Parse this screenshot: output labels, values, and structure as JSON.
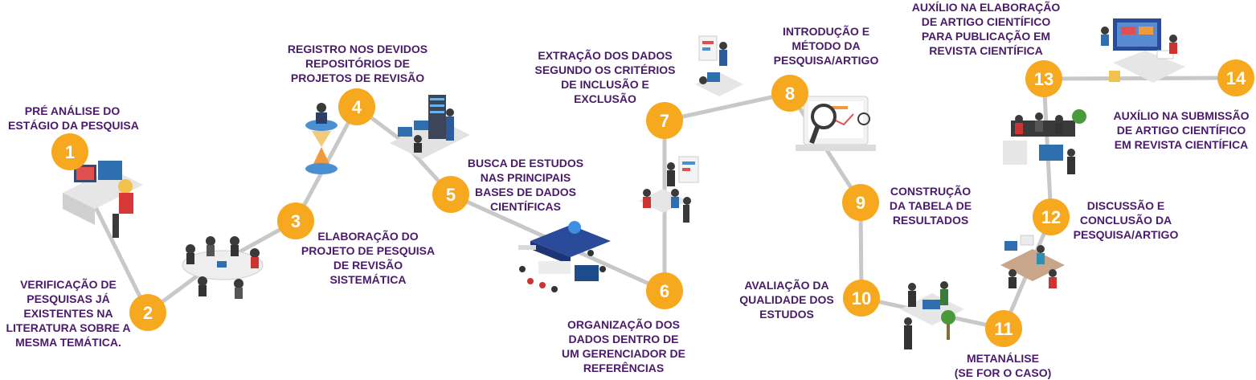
{
  "colors": {
    "circle": "#f6a81e",
    "path": "#c8c8c8",
    "text": "#4a1a6b"
  },
  "steps": [
    {
      "n": "1",
      "lines": [
        "PRÉ ANÁLISE DO",
        "ESTÁGIO DA PESQUISA"
      ]
    },
    {
      "n": "2",
      "lines": [
        "VERIFICAÇÃO DE",
        "PESQUISAS JÁ",
        "EXISTENTES NA",
        "LITERATURA SOBRE A",
        "MESMA TEMÁTICA."
      ]
    },
    {
      "n": "3",
      "lines": [
        "ELABORAÇÃO DO",
        "PROJETO DE PESQUISA",
        "DE REVISÃO",
        "SISTEMÁTICA"
      ]
    },
    {
      "n": "4",
      "lines": [
        "REGISTRO NOS DEVIDOS",
        "REPOSITÓRIOS DE",
        "PROJETOS DE REVISÃO"
      ]
    },
    {
      "n": "5",
      "lines": [
        "BUSCA DE ESTUDOS",
        "NAS PRINCIPAIS",
        "BASES DE DADOS",
        "CIENTÍFICAS"
      ]
    },
    {
      "n": "6",
      "lines": [
        "ORGANIZAÇÃO DOS",
        "DADOS DENTRO DE",
        "UM GERENCIADOR DE",
        "REFERÊNCIAS"
      ]
    },
    {
      "n": "7",
      "lines": [
        "EXTRAÇÃO DOS DADOS",
        "SEGUNDO OS CRITÉRIOS",
        "DE INCLUSÃO E",
        "EXCLUSÃO"
      ]
    },
    {
      "n": "8",
      "lines": [
        "INTRODUÇÃO E",
        "MÉTODO DA",
        "PESQUISA/ARTIGO"
      ]
    },
    {
      "n": "9",
      "lines": [
        "CONSTRUÇÃO",
        "DA TABELA DE",
        "RESULTADOS"
      ]
    },
    {
      "n": "10",
      "lines": [
        "AVALIAÇÃO DA",
        "QUALIDADE DOS",
        "ESTUDOS"
      ]
    },
    {
      "n": "11",
      "lines": [
        "METANÁLISE",
        "(SE FOR O CASO)"
      ]
    },
    {
      "n": "12",
      "lines": [
        "DISCUSSÃO E",
        "CONCLUSÃO DA",
        "PESQUISA/ARTIGO"
      ]
    },
    {
      "n": "13",
      "lines": [
        "AUXÍLIO NA ELABORAÇÃO",
        "DE ARTIGO CIENTÍFICO",
        "PARA PUBLICAÇÃO EM",
        "REVISTA CIENTÍFICA"
      ]
    },
    {
      "n": "14",
      "lines": [
        "AUXÍLIO NA SUBMISSÃO",
        "DE ARTIGO CIENTÍFICO",
        "EM REVISTA CIENTÍFICA"
      ]
    }
  ]
}
